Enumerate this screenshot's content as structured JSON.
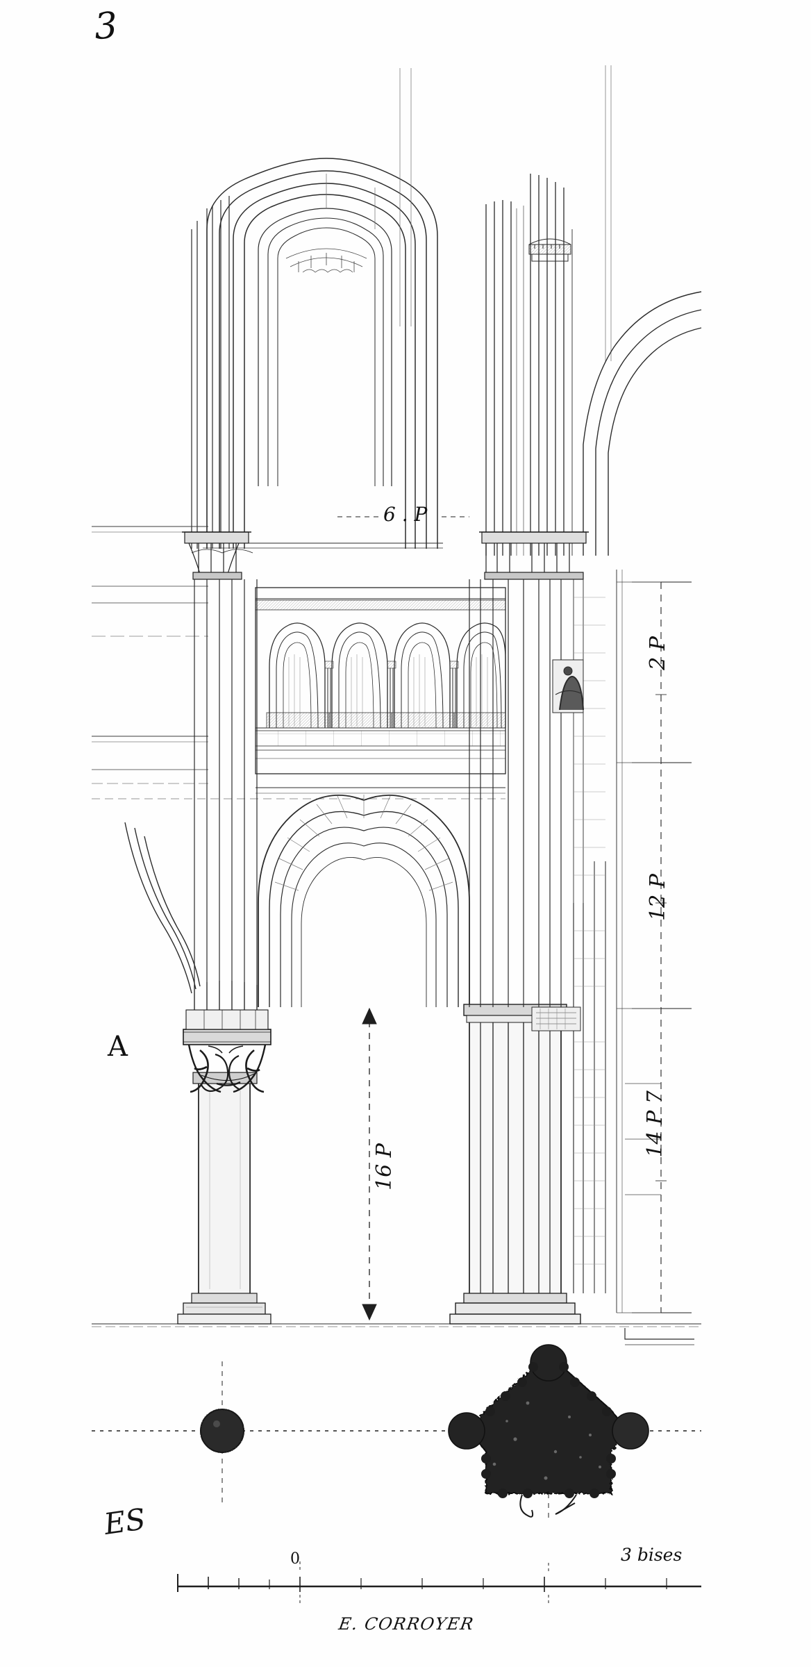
{
  "plate": {
    "number": "3",
    "title_label": "plate-number"
  },
  "labels": {
    "point_a": "A",
    "dim_arch_width": "6 . P",
    "dim_pier_height": "16 P",
    "dim_upper_right": "2 P",
    "dim_middle_right": "12 P",
    "dim_lower_right": "14 P 7"
  },
  "scale": {
    "zero_mark": "0",
    "right_mark": "3 bises",
    "ticks": [
      "",
      "",
      "",
      "",
      "",
      "",
      ""
    ]
  },
  "credits": {
    "signature": "E. CORROYER",
    "monogram": "ES"
  },
  "drawing": {
    "subject": "gothic-nave-bay-section-and-elevation",
    "parts": [
      "upper-clerestory-arch",
      "triforium-gallery-four-arches",
      "main-nave-arcade-pointed-arch",
      "compound-pier-with-foliate-capital",
      "engaged-colonnettes",
      "plan-section-round-shaft",
      "plan-section-compound-pier",
      "measuring-scale-bar"
    ],
    "triforium_arch_count": 4,
    "ink_color": "#1a1a1a",
    "paper_color": "#fefefe"
  }
}
